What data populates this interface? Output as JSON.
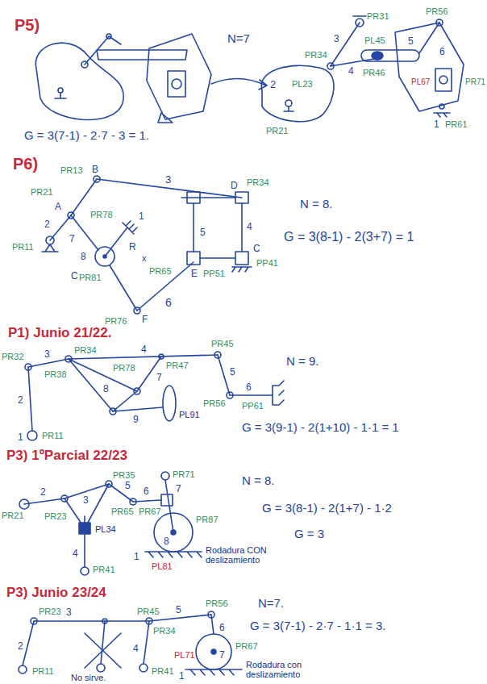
{
  "diagram": {
    "labels": [
      "P5)",
      "N=7",
      "G = 3(7-1) - 2·7 - 3 = 1.",
      "PR31",
      "3",
      "PR56",
      "4",
      "PL45",
      "5",
      "6",
      "PR34",
      "2",
      "PL23",
      "PR46",
      "PL67",
      "PR71",
      "PR21",
      "1",
      "PR61",
      "P6)",
      "PR13",
      "B",
      "3",
      "PR21",
      "A",
      "2",
      "PR11",
      "7",
      "PR78",
      "1",
      "R",
      "x",
      "8",
      "C",
      "PR81",
      "PR34",
      "D",
      "4",
      "C",
      "5",
      "E",
      "PP51",
      "PP41",
      "PR65",
      "6",
      "F",
      "PR76",
      "N = 8.",
      "G = 3(8-1) - 2(3+7) = 1",
      "P1) Junio 21/22.",
      "PR32",
      "3",
      "PR34",
      "4",
      "PR45",
      "5",
      "PR47",
      "7",
      "PR78",
      "PR38",
      "8",
      "6",
      "PR56",
      "PP61",
      "9",
      "PL91",
      "2",
      "PR11",
      "1",
      "N = 9.",
      "G = 3(9-1) - 2(1+10) - 1·1 = 1",
      "P3) 1ºParcial 22/23",
      "PR21",
      "2",
      "3",
      "PR23",
      "PR35",
      "5",
      "6",
      "PR71",
      "7",
      "PR65",
      "PR67",
      "PR87",
      "8",
      "PL34",
      "4",
      "PR41",
      "PL81",
      "1",
      "Rodadura CON deslizamiento",
      "N = 8.",
      "G = 3(8-1) - 2(1+7) - 1·2",
      "G = 3",
      "P3) Junio 23/24",
      "PR23",
      "3",
      "PR45",
      "5",
      "PR56",
      "6",
      "2",
      "PR34",
      "4",
      "PR11",
      "No sirve.",
      "PR41",
      "PR67",
      "7",
      "PL71",
      "1",
      "Rodadura con deslizamiento",
      "N=7.",
      "G = 3(7-1) - 2·7 - 1·1 = 3."
    ]
  }
}
